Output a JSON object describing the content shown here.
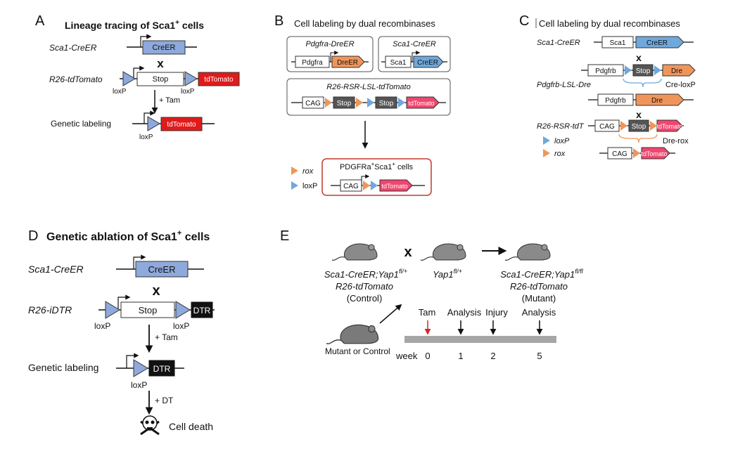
{
  "colors": {
    "blue_box": "#8ea9db",
    "red_box": "#e01b1b",
    "black_box": "#111111",
    "grey_box": "#555555",
    "orange": "#f0955a",
    "sky": "#6fa8dc",
    "pink": "#ef476f",
    "panel_border": "#555555",
    "mutant_border": "#c0392b",
    "timeline": "#a6a6a6",
    "tam_arrow": "#d62728"
  },
  "icons": [
    "skull-crossbones-icon",
    "mouse-icon"
  ],
  "panelA": {
    "letter": "A",
    "title": "Lineage tracing of Sca1",
    "title_sup": "+",
    "title_end": " cells",
    "allele1": "Sca1-CreER",
    "box_creer": "CreER",
    "cross": "x",
    "allele2": "R26-tdTomato",
    "box_stop": "Stop",
    "box_tdtomato": "tdTomato",
    "loxp_left": "loxP",
    "loxp_right": "loxP",
    "tam": "+ Tam",
    "result_label": "Genetic labeling",
    "result_box": "tdTomato",
    "loxp_bottom": "loxP"
  },
  "panelB": {
    "letter": "B",
    "title": "Cell labeling by dual recombinases",
    "box1_title": "Pdgfra-DreER",
    "box1_prom": "Pdgfra",
    "box1_gene": "DreER",
    "box2_title": "Sca1-CreER",
    "box2_prom": "Sca1",
    "box2_gene": "CreER",
    "reporter_title": "R26-RSR-LSL-tdTomato",
    "cag": "CAG",
    "stop1": "Stop",
    "stop2": "Stop",
    "tdtomato": "tdTomato",
    "legend_rox": "rox",
    "legend_loxp": "loxP",
    "result_title_a": "PDGFRa",
    "result_sup1": "+",
    "result_title_b": "Sca1",
    "result_sup2": "+",
    "result_title_c": " cells",
    "result_cag": "CAG",
    "result_td": "tdTomato"
  },
  "panelC": {
    "letter": "C",
    "title": "Cell labeling by dual recombinases",
    "allele1": "Sca1-CreER",
    "box_sca1": "Sca1",
    "box_creer": "CreER",
    "cross1": "x",
    "box_pdgfrb": "Pdgfrb",
    "box_stop": "Stop",
    "box_dre": "Dre",
    "cre_loxp": "Cre-loxP",
    "allele2": "Pdgfrb-LSL-Dre",
    "box_pdgfrb2": "Pdgfrb",
    "box_dre2": "Dre",
    "cross2": "x",
    "allele3": "R26-RSR-tdT",
    "cag": "CAG",
    "stop": "Stop",
    "tdtomato": "tdTomato",
    "legend_loxp": "loxP",
    "legend_rox": "rox",
    "dre_rox": "Dre-rox",
    "cag2": "CAG",
    "tdtomato2": "tdTomato"
  },
  "panelD": {
    "letter": "D",
    "title": "Genetic ablation of Sca1",
    "title_sup": "+",
    "title_end": " cells",
    "allele1": "Sca1-CreER",
    "box_creer": "CreER",
    "cross": "x",
    "allele2": "R26-iDTR",
    "box_stop": "Stop",
    "box_dtr": "DTR",
    "loxp_left": "loxP",
    "loxp_right": "loxP",
    "tam": "+ Tam",
    "result_label": "Genetic labeling",
    "result_box": "DTR",
    "loxp_bottom": "loxP",
    "dt": "+ DT",
    "death": "Cell death"
  },
  "panelE": {
    "letter": "E",
    "parent1_a": "Sca1-CreER;Yap1",
    "parent1_sup": "fl/+",
    "parent1_b": "R26-tdTomato",
    "parent1_c": "(Control)",
    "cross": "x",
    "parent2": "Yap1",
    "parent2_sup": "fl/+",
    "child_a": "Sca1-CreER;Yap1",
    "child_sup": "fl/fl",
    "child_b": "R26-tdTomato",
    "child_c": "(Mutant)",
    "mouse_label": "Mutant or Control",
    "week_label": "week",
    "ticks": [
      "0",
      "1",
      "2",
      "5"
    ],
    "events": [
      "Tam",
      "Analysis",
      "Injury",
      "Analysis"
    ]
  }
}
